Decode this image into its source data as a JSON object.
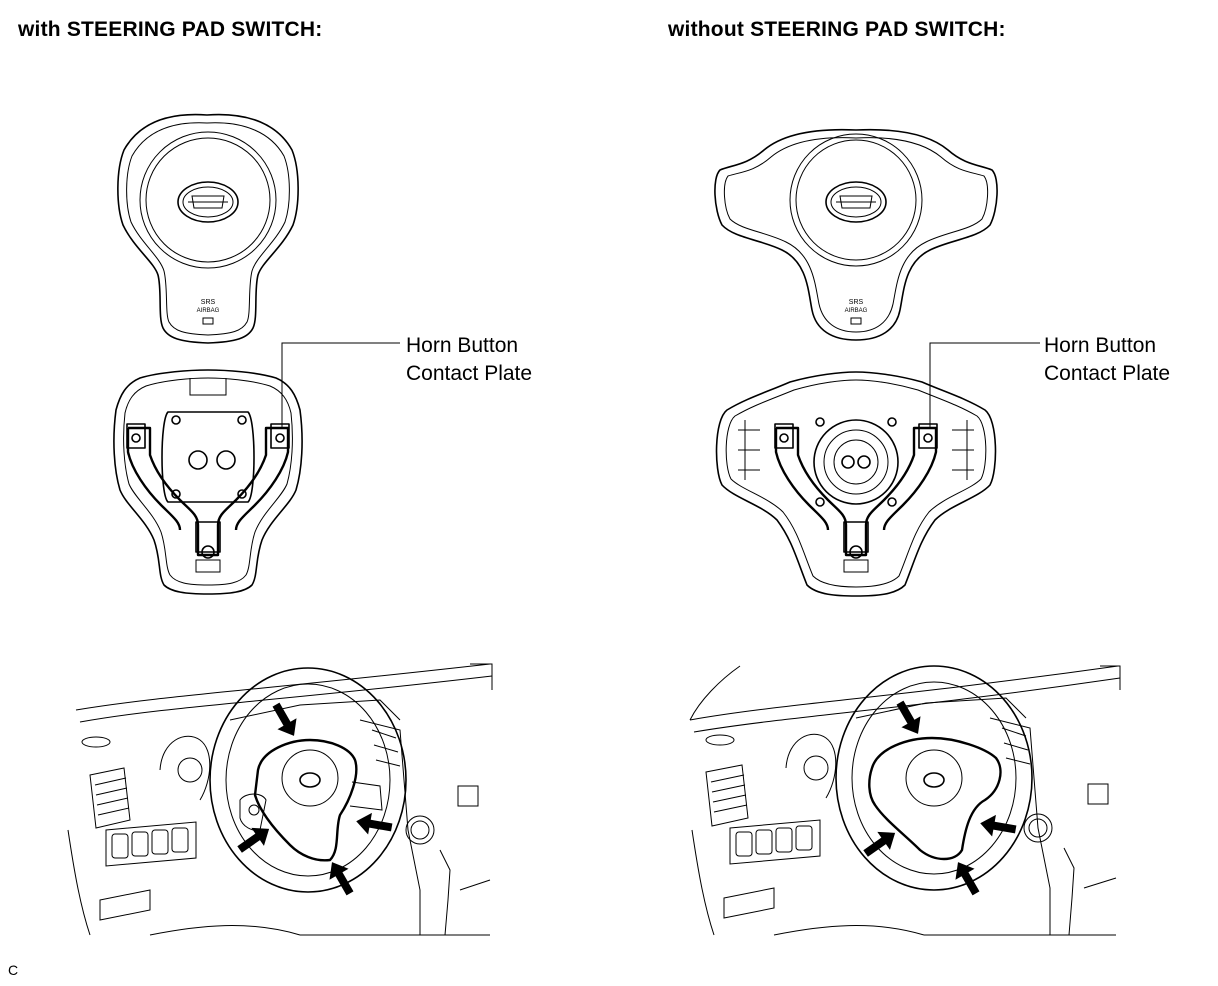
{
  "headings": {
    "left": "with STEERING PAD SWITCH:",
    "right": "without STEERING PAD SWITCH:"
  },
  "callouts": {
    "left": {
      "line1": "Horn Button",
      "line2": "Contact Plate"
    },
    "right": {
      "line1": "Horn Button",
      "line2": "Contact Plate"
    }
  },
  "pad_labels": {
    "srs": "SRS",
    "airbag": "AIRBAG"
  },
  "corner_code": "C",
  "icons": [
    "steering-pad-front-icon",
    "steering-pad-rear-icon",
    "steering-wheel-dashboard-icon",
    "push-arrow-icon"
  ]
}
